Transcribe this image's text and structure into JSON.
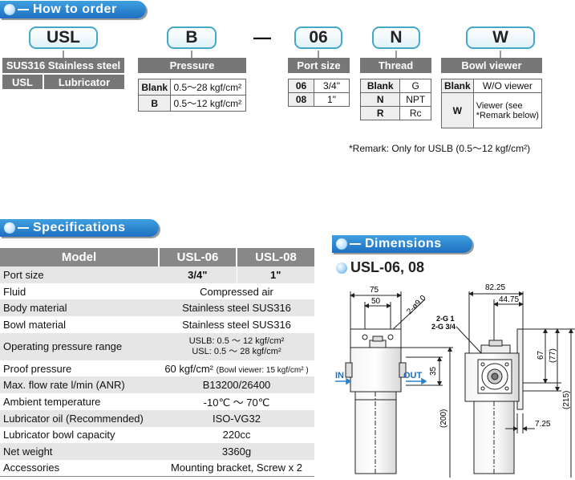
{
  "order": {
    "header": "How to order",
    "codes": [
      "USL",
      "B",
      "06",
      "N",
      "W"
    ],
    "dash": "—",
    "material": {
      "title": "SUS316 Stainless steel",
      "code": "USL",
      "name": "Lubricator"
    },
    "pressure": {
      "title": "Pressure",
      "rows": [
        {
          "k": "Blank",
          "v": "0.5～28 kgf/cm²"
        },
        {
          "k": "B",
          "v": "0.5～12 kgf/cm²"
        }
      ]
    },
    "port": {
      "title": "Port size",
      "rows": [
        {
          "k": "06",
          "v": "3/4\""
        },
        {
          "k": "08",
          "v": "1\""
        }
      ]
    },
    "thread": {
      "title": "Thread",
      "rows": [
        {
          "k": "Blank",
          "v": "G"
        },
        {
          "k": "N",
          "v": "NPT"
        },
        {
          "k": "R",
          "v": "Rc"
        }
      ]
    },
    "bowl": {
      "title": "Bowl viewer",
      "rows": [
        {
          "k": "Blank",
          "v": "W/O viewer"
        },
        {
          "k": "W",
          "v": "Viewer (see *Remark below)"
        }
      ]
    },
    "remark": "*Remark: Only for USLB (0.5～12 kgf/cm²)"
  },
  "specs": {
    "header": "Specifications",
    "columns": [
      "Model",
      "USL-06",
      "USL-08"
    ],
    "rows": [
      {
        "label": "Port size",
        "v1": "3/4\"",
        "v2": "1\""
      },
      {
        "label": "Fluid",
        "value": "Compressed air"
      },
      {
        "label": "Body material",
        "value": "Stainless steel SUS316"
      },
      {
        "label": "Bowl material",
        "value": "Stainless steel SUS316"
      },
      {
        "label": "Operating pressure range",
        "line1": "USLB: 0.5 ～ 12 kgf/cm²",
        "line2": "USL: 0.5 ～ 28 kgf/cm²"
      },
      {
        "label": "Proof pressure",
        "value": "60 kgf/cm²",
        "note": "(Bowl viewer: 15 kgf/cm² )"
      },
      {
        "label": "Max. flow rate l/min (ANR)",
        "value": "B13200/26400"
      },
      {
        "label": "Ambient temperature",
        "value": "-10℃ ～ 70℃"
      },
      {
        "label": "Lubricator oil (Recommended)",
        "value": "ISO-VG32"
      },
      {
        "label": "Lubricator bowl capacity",
        "value": "220cc"
      },
      {
        "label": "Net weight",
        "value": "3360g"
      },
      {
        "label": "Accessories",
        "value": "Mounting bracket, Screw x 2"
      }
    ]
  },
  "dimensions": {
    "header": "Dimensions",
    "model": "USL-06, 08",
    "labels": {
      "w75": "75",
      "w50": "50",
      "hole": "2-ø9.0",
      "w8225": "82.25",
      "w4475": "44.75",
      "g1": "2-G 1",
      "g34": "2-G 3/4",
      "in": "IN",
      "out": "OUT",
      "h35": "35",
      "h200": "(200)",
      "h67": "67",
      "h77": "(77)",
      "h215": "(215)",
      "w725": "7.25"
    }
  }
}
